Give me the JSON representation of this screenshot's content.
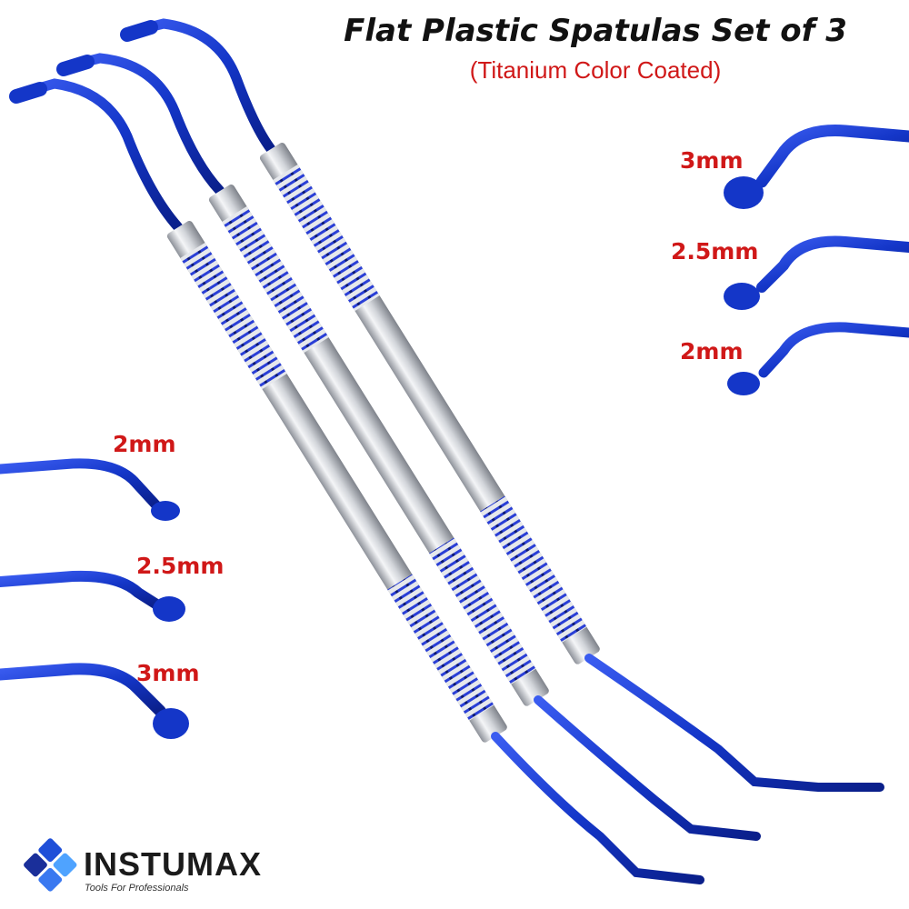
{
  "header": {
    "title": "Flat Plastic Spatulas Set of 3",
    "subtitle": "(Titanium Color Coated)"
  },
  "tip_labels_right": [
    "3mm",
    "2.5mm",
    "2mm"
  ],
  "tip_labels_left": [
    "2mm",
    "2.5mm",
    "3mm"
  ],
  "brand": {
    "name": "INSTUMAX",
    "tagline": "Tools For Professionals"
  },
  "colors": {
    "title": "#111111",
    "subtitle": "#d01818",
    "label": "#d01818",
    "tip_blue": "#1436c8",
    "steel": "#c9ccd2",
    "grip_blue": "#2a3fd6"
  },
  "icons": {
    "logo": "blue-diamond-tiles-icon"
  }
}
